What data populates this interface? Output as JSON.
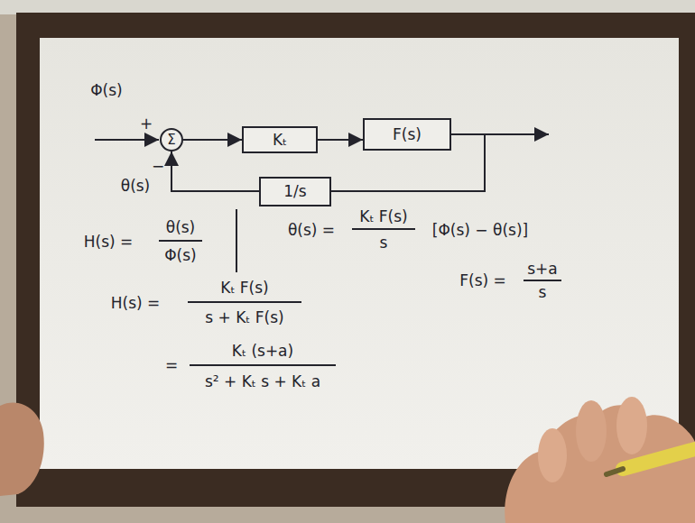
{
  "diagram": {
    "nodes": [
      {
        "text": [
          "Σ"
        ]
      },
      {
        "text": [
          "Kₜ"
        ]
      },
      {
        "text": [
          "F(s)"
        ]
      },
      {
        "text": [
          "1/s"
        ]
      }
    ],
    "edges": [
      {
        "from": 0,
        "to": 1,
        "arrow": "to"
      },
      {
        "from": 1,
        "to": 2,
        "arrow": "to"
      },
      {
        "from": 2,
        "to": 3,
        "arrow": "none"
      },
      {
        "from": 3,
        "to": 0,
        "arrow": "to"
      }
    ],
    "labels": [
      "Φ(s)",
      "+",
      "−",
      "θ(s)",
      "H(s) =",
      "θ(s)",
      "Φ(s)",
      "θ(s) =",
      "Kₜ F(s)",
      "s",
      "[Φ(s) − θ(s)]",
      "F(s) =",
      "s+a",
      "s",
      "H(s) =",
      "Kₜ F(s)",
      "s + Kₜ F(s)",
      "=",
      "Kₜ (s+a)",
      "s² + Kₜ s + Kₜ a"
    ]
  }
}
